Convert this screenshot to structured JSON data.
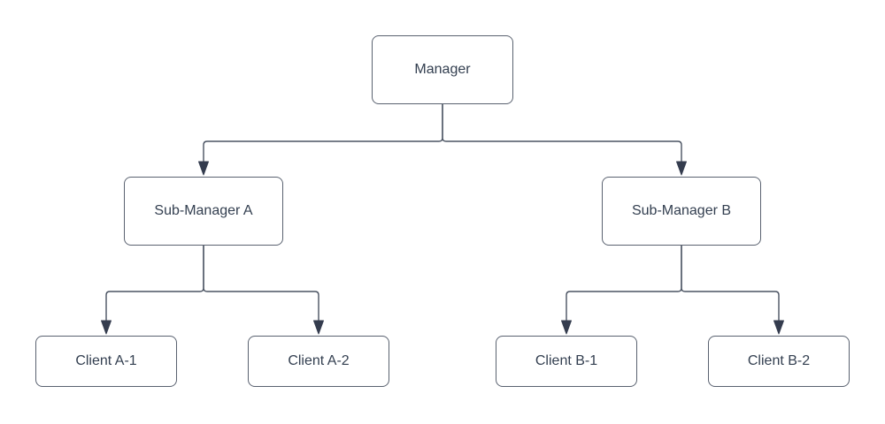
{
  "diagram": {
    "type": "org-chart",
    "nodes": [
      {
        "id": "manager",
        "label": "Manager"
      },
      {
        "id": "sub-manager-a",
        "label": "Sub-Manager A"
      },
      {
        "id": "sub-manager-b",
        "label": "Sub-Manager B"
      },
      {
        "id": "client-a1",
        "label": "Client A-1"
      },
      {
        "id": "client-a2",
        "label": "Client A-2"
      },
      {
        "id": "client-b1",
        "label": "Client B-1"
      },
      {
        "id": "client-b2",
        "label": "Client B-2"
      }
    ],
    "edges": [
      {
        "from": "manager",
        "to": "sub-manager-a",
        "arrow": "filled-triangle"
      },
      {
        "from": "manager",
        "to": "sub-manager-b",
        "arrow": "filled-triangle"
      },
      {
        "from": "sub-manager-a",
        "to": "client-a1",
        "arrow": "filled-triangle"
      },
      {
        "from": "sub-manager-a",
        "to": "client-a2",
        "arrow": "filled-triangle"
      },
      {
        "from": "sub-manager-b",
        "to": "client-b1",
        "arrow": "filled-triangle"
      },
      {
        "from": "sub-manager-b",
        "to": "client-b2",
        "arrow": "filled-triangle"
      }
    ],
    "colors": {
      "background": "#ffffff",
      "node_fill": "#ffffff",
      "node_border": "#5a6270",
      "edge": "#4a5362",
      "arrow": "#343c4e",
      "text": "#333f50"
    }
  }
}
